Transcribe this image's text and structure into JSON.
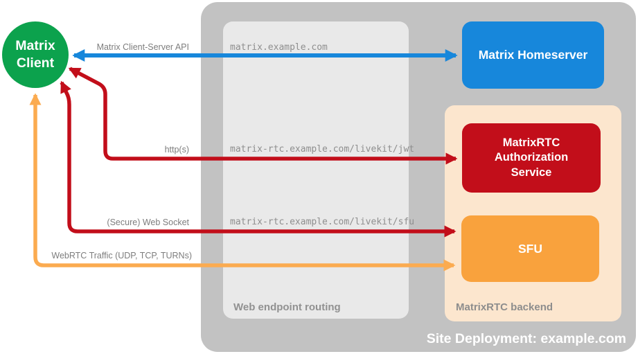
{
  "client": {
    "label": "Matrix Client"
  },
  "site": {
    "label": "Site Deployment: example.com",
    "homeserver": {
      "label": "Matrix Homeserver"
    },
    "routing": {
      "label": "Web endpoint routing",
      "endpoints": [
        "matrix.example.com",
        "matrix-rtc.example.com/livekit/jwt",
        "matrix-rtc.example.com/livekit/sfu"
      ]
    },
    "backend": {
      "label": "MatrixRTC backend",
      "auth_service": {
        "label": "MatrixRTC Authorization Service"
      },
      "sfu": {
        "label": "SFU"
      }
    }
  },
  "connections": [
    {
      "label": "Matrix Client-Server API",
      "from": "Matrix Client",
      "to": "Matrix Homeserver",
      "color": "#1787db"
    },
    {
      "label": "http(s)",
      "from": "Matrix Client",
      "to": "MatrixRTC Authorization Service",
      "color": "#c20e1a"
    },
    {
      "label": "(Secure) Web Socket",
      "from": "Matrix Client",
      "to": "SFU",
      "color": "#c20e1a"
    },
    {
      "label": "WebRTC Traffic (UDP, TCP, TURNs)",
      "from": "Matrix Client",
      "to": "SFU",
      "color": "#fbab50"
    }
  ],
  "colors": {
    "client_green": "#0ca24d",
    "homeserver_blue": "#1787db",
    "service_red": "#c20e1a",
    "sfu_orange": "#f9a23d",
    "arrow_orange": "#fbab50",
    "site_gray": "#c2c2c2",
    "routing_gray": "#e9e9e9",
    "backend_peach": "#fce6ce"
  }
}
